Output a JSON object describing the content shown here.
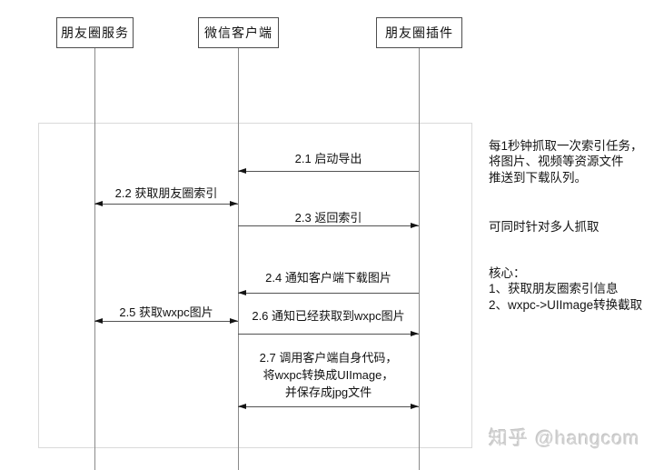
{
  "diagram": {
    "actors": [
      {
        "label": "朋友圈服务"
      },
      {
        "label": "微信客户端"
      },
      {
        "label": "朋友圈插件"
      }
    ],
    "messages": [
      {
        "id": "2.1",
        "label": "2.1 启动导出",
        "from": "朋友圈插件",
        "to": "微信客户端",
        "direction": "left"
      },
      {
        "id": "2.2",
        "label": "2.2 获取朋友圈索引",
        "from": "微信客户端",
        "to": "朋友圈服务",
        "direction": "both"
      },
      {
        "id": "2.3",
        "label": "2.3 返回索引",
        "from": "微信客户端",
        "to": "朋友圈插件",
        "direction": "right"
      },
      {
        "id": "2.4",
        "label": "2.4 通知客户端下载图片",
        "from": "朋友圈插件",
        "to": "微信客户端",
        "direction": "left"
      },
      {
        "id": "2.5",
        "label": "2.5 获取wxpc图片",
        "from": "微信客户端",
        "to": "朋友圈服务",
        "direction": "both"
      },
      {
        "id": "2.6",
        "label": "2.6 通知已经获取到wxpc图片",
        "from": "微信客户端",
        "to": "朋友圈插件",
        "direction": "right"
      },
      {
        "id": "2.7",
        "label": "2.7 调用客户端自身代码，\n将wxpc转换成UIImage，\n并保存成jpg文件",
        "from": "微信客户端",
        "to": "朋友圈插件",
        "direction": "both"
      }
    ],
    "note": {
      "para1": "每1秒钟抓取一次索引任务，\n将图片、视频等资源文件\n推送到下载队列。",
      "para2": "可同时针对多人抓取",
      "para3": "核心：\n1、获取朋友圈索引信息\n2、wxpc->UIImage转换截取"
    },
    "watermark": "知乎 @hangcom"
  }
}
